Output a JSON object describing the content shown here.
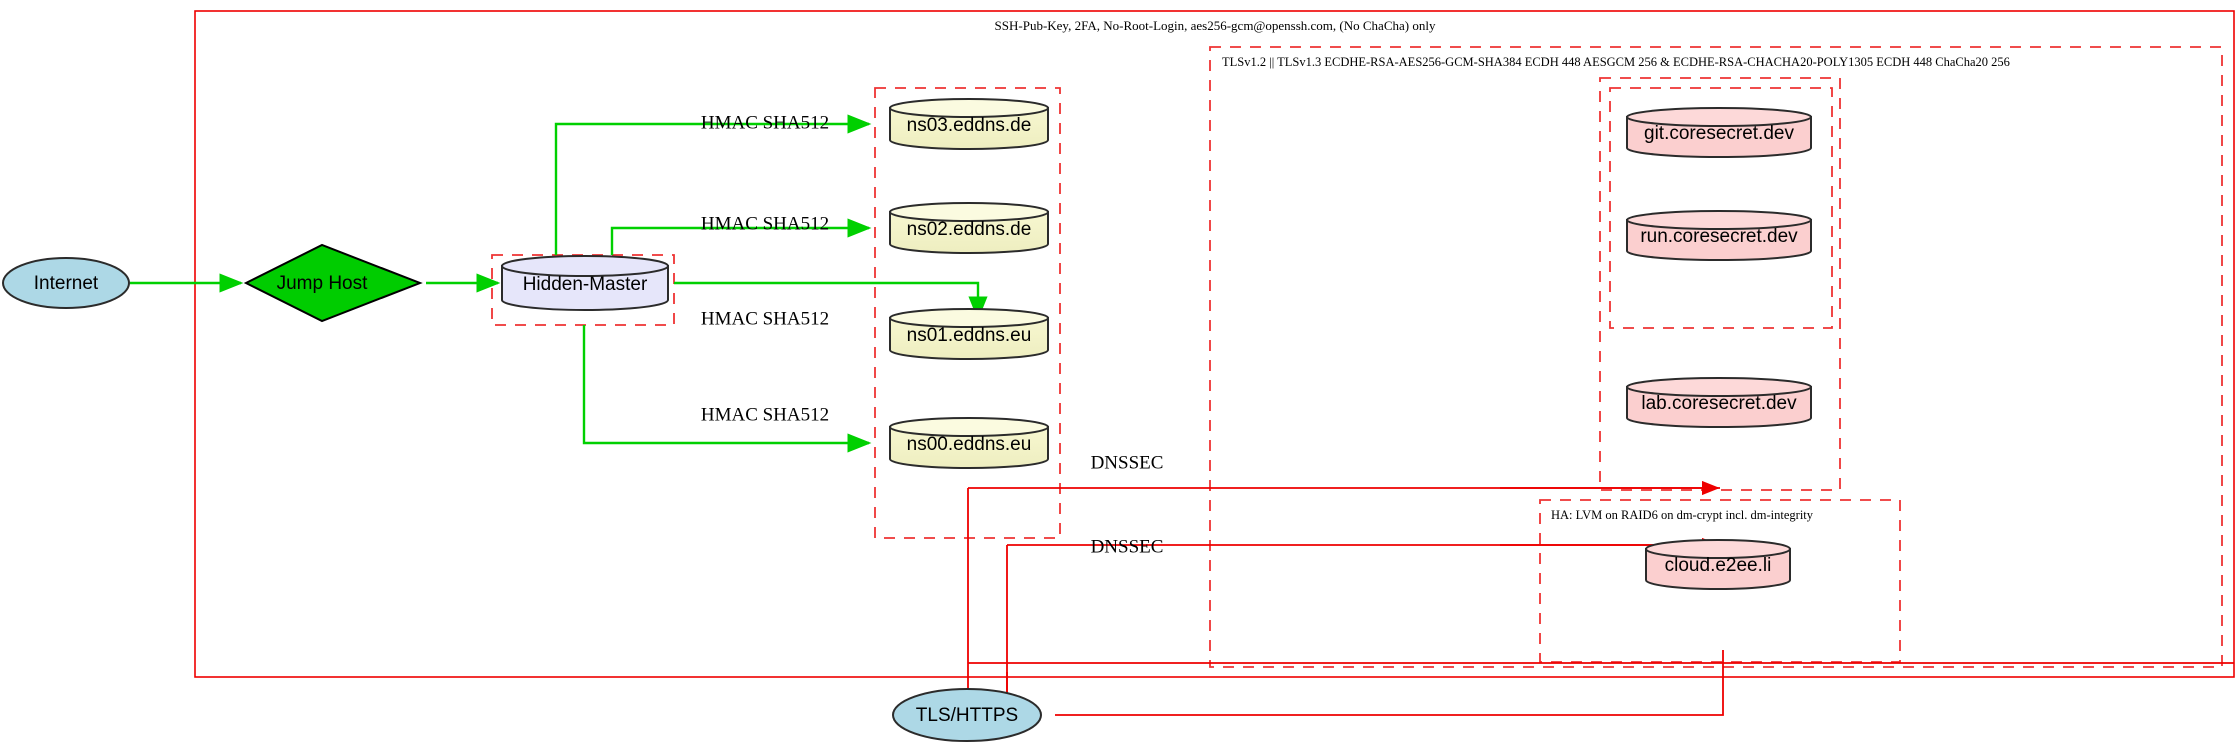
{
  "diagram": {
    "title": "Infrastructure security topology",
    "colors": {
      "frame_red": "#ee0000",
      "cluster_dashed_red": "#ee3333",
      "edge_green": "#00d000",
      "edge_red": "#ee0000",
      "internet_fill": "#add8e6",
      "jumphost_fill": "#00cc00",
      "master_fill": "#e6e6fa",
      "dns_fill": "#f7f7d0",
      "web_fill": "#fbcfcf",
      "tls_fill": "#add8e6",
      "stroke_dark": "#2b2b2b"
    }
  },
  "clusters": {
    "outer_ssh": {
      "label": "SSH-Pub-Key, 2FA, No-Root-Login, aes256-gcm@openssh.com, (No ChaCha) only"
    },
    "tls_cluster": {
      "label": "TLSv1.2 || TLSv1.3 ECDHE-RSA-AES256-GCM-SHA384 ECDH 448 AESGCM 256 & ECDHE-RSA-CHACHA20-POLY1305 ECDH 448 ChaCha20 256"
    },
    "ha_cluster": {
      "label": "HA: LVM on RAID6 on dm-crypt incl. dm-integrity"
    },
    "hidden_master_cluster": {
      "label": ""
    },
    "dns_cluster": {
      "label": ""
    },
    "web_cluster": {
      "label": ""
    },
    "web_inner_cluster": {
      "label": ""
    }
  },
  "nodes": {
    "internet": {
      "label": "Internet",
      "shape": "ellipse"
    },
    "jump_host": {
      "label": "Jump Host",
      "shape": "diamond"
    },
    "hidden_master": {
      "label": "Hidden-Master",
      "shape": "cylinder"
    },
    "ns03": {
      "label": "ns03.eddns.de",
      "shape": "cylinder"
    },
    "ns02": {
      "label": "ns02.eddns.de",
      "shape": "cylinder"
    },
    "ns01": {
      "label": "ns01.eddns.eu",
      "shape": "cylinder"
    },
    "ns00": {
      "label": "ns00.eddns.eu",
      "shape": "cylinder"
    },
    "git": {
      "label": "git.coresecret.dev",
      "shape": "cylinder"
    },
    "run": {
      "label": "run.coresecret.dev",
      "shape": "cylinder"
    },
    "lab": {
      "label": "lab.coresecret.dev",
      "shape": "cylinder"
    },
    "cloud": {
      "label": "cloud.e2ee.li",
      "shape": "cylinder"
    },
    "tls_https": {
      "label": "TLS/HTTPS",
      "shape": "ellipse"
    }
  },
  "edge_labels": {
    "hmac_ns03": "HMAC SHA512",
    "hmac_ns02": "HMAC SHA512",
    "hmac_ns01": "HMAC SHA512",
    "hmac_ns00": "HMAC SHA512",
    "dnssec_upper": "DNSSEC",
    "dnssec_lower": "DNSSEC"
  }
}
